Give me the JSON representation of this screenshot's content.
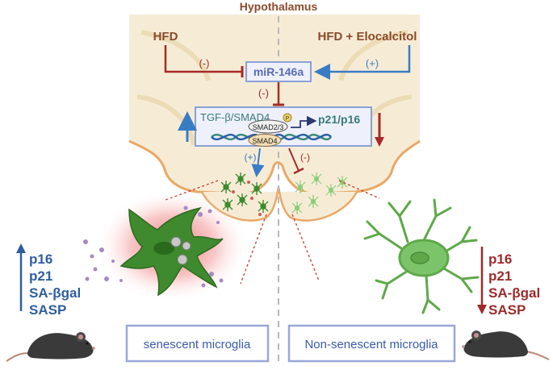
{
  "title": "Hypothalamus",
  "left_condition": "HFD",
  "right_condition": "HFD + Elocalcitol",
  "mirna": "miR-146a",
  "effect_inhibit": "(-)",
  "effect_activate": "(+)",
  "pathway": "TGF-β/SMAD4",
  "target_genes": "p21/p16",
  "smad_complex": "SMAD2/3",
  "smad4": "SMAD4",
  "phospho": "P",
  "left_markers": [
    "p16",
    "p21",
    "SA-βgal",
    "SASP"
  ],
  "right_markers": [
    "p16",
    "p21",
    "SA-βgal",
    "SASP"
  ],
  "left_box_label": "senescent microglia",
  "right_box_label": "Non-senescent microglia",
  "colors": {
    "brown": "#8b4a2b",
    "red_inhibit": "#a52a2a",
    "blue_activate": "#3a7cc4",
    "marker_blue": "#2f5e9e",
    "marker_red": "#9e2a2a",
    "tissue": "#f6ecd6",
    "microglia_senescent": "#3f8a2e",
    "microglia_healthy": "#7bc46a",
    "box_border": "#9aa7d8"
  }
}
